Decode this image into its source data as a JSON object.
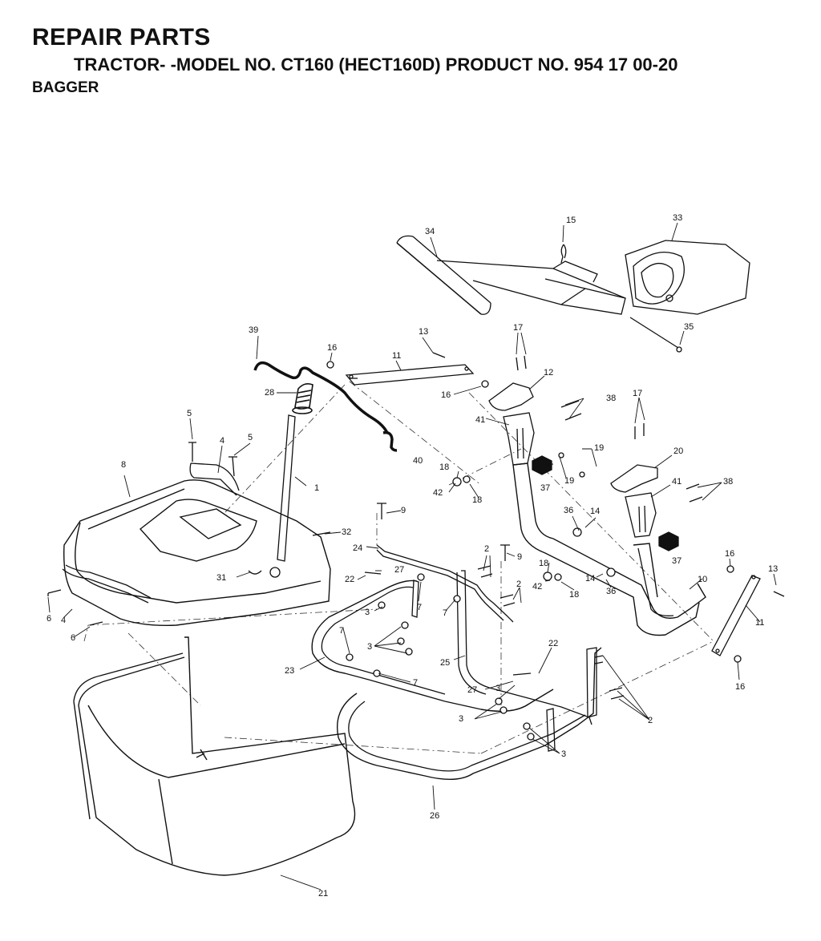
{
  "header": {
    "title": "REPAIR PARTS",
    "model_line": "TRACTOR- -MODEL NO. CT160 (HECT160D) PRODUCT NO. 954 17 00-20",
    "section": "BAGGER"
  },
  "callouts": {
    "c1": "1",
    "c2a": "2",
    "c2b": "2",
    "c2c": "2",
    "c3a": "3",
    "c3b": "3",
    "c3c": "3",
    "c3d": "3",
    "c3e": "3",
    "c4a": "4",
    "c4b": "4",
    "c5a": "5",
    "c5b": "5",
    "c6a": "6",
    "c6b": "6",
    "c7a": "7",
    "c7b": "7",
    "c7c": "7",
    "c7d": "7",
    "c8": "8",
    "c9a": "9",
    "c9b": "9",
    "c10": "10",
    "c11a": "11",
    "c11b": "11",
    "c12": "12",
    "c13a": "13",
    "c13b": "13",
    "c14a": "14",
    "c14b": "14",
    "c15": "15",
    "c16a": "16",
    "c16b": "16",
    "c16c": "16",
    "c16d": "16",
    "c17a": "17",
    "c17b": "17",
    "c18a": "18",
    "c18b": "18",
    "c18c": "18",
    "c18d": "18",
    "c19a": "19",
    "c19b": "19",
    "c20": "20",
    "c21": "21",
    "c22a": "22",
    "c22b": "22",
    "c23": "23",
    "c24": "24",
    "c25": "25",
    "c26": "26",
    "c27a": "27",
    "c27b": "27",
    "c28": "28",
    "c31": "31",
    "c32": "32",
    "c33": "33",
    "c34": "34",
    "c35": "35",
    "c36a": "36",
    "c36b": "36",
    "c37a": "37",
    "c37b": "37",
    "c38a": "38",
    "c38b": "38",
    "c39": "39",
    "c40": "40",
    "c41a": "41",
    "c41b": "41",
    "c42a": "42",
    "c42b": "42"
  }
}
